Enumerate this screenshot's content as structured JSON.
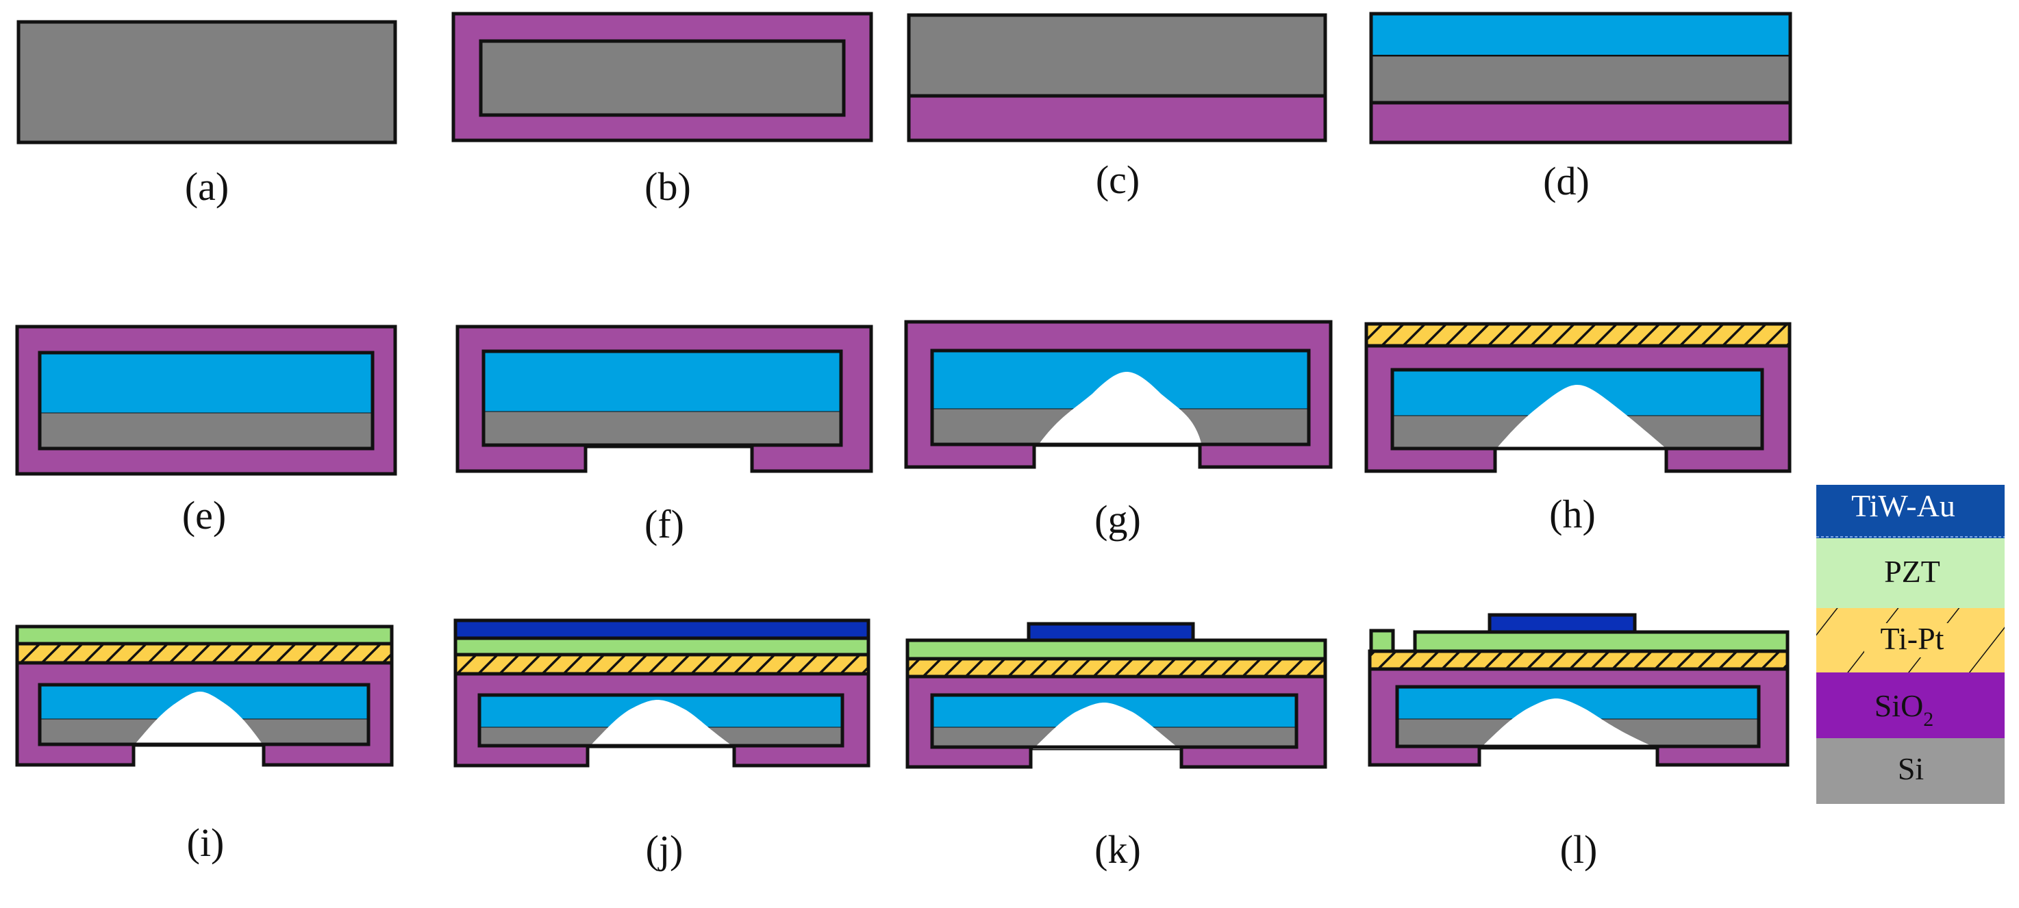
{
  "colors": {
    "si": "#808080",
    "sio2": "#a24ca0",
    "cavity_fill": "#00a2e2",
    "tipt": "#fcd04a",
    "pzt": "#99dd7a",
    "tiwau": "#0a30b8",
    "outline": "#111111",
    "legend_tiwau": "#0f4ea6",
    "legend_pzt": "#c6f0b6",
    "legend_tipt": "#ffd96a",
    "legend_sio2": "#8e1bb3",
    "legend_si": "#9a9a9a"
  },
  "panels": [
    {
      "label": "(a)"
    },
    {
      "label": "(b)"
    },
    {
      "label": "(c)"
    },
    {
      "label": "(d)"
    },
    {
      "label": "(e)"
    },
    {
      "label": "(f)"
    },
    {
      "label": "(g)"
    },
    {
      "label": "(h)"
    },
    {
      "label": "(i)"
    },
    {
      "label": "(j)"
    },
    {
      "label": "(k)"
    },
    {
      "label": "(l)"
    }
  ],
  "legend": {
    "tiwau": "TiW-Au",
    "pzt": "PZT",
    "tipt": "Ti-Pt",
    "sio2_base": "SiO",
    "sio2_sub": "2",
    "si": "Si"
  }
}
